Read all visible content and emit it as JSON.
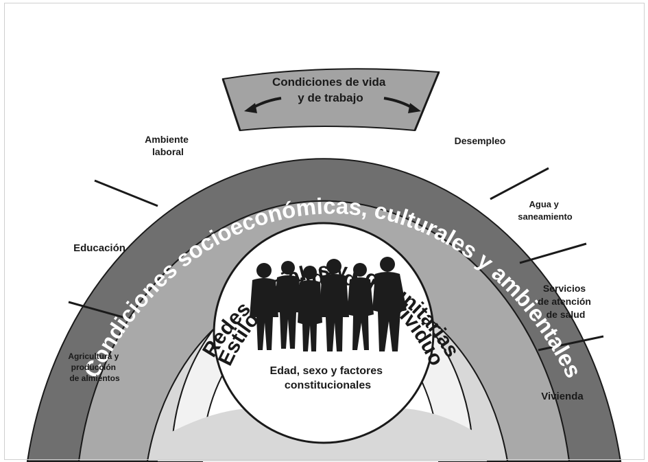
{
  "layers": {
    "outer_title": "Condiciones socioeconómicas, culturales y ambientales",
    "middle_title": "Redes sociales y comunitarias",
    "inner_title": "Estilos de vida del individuo",
    "center_caption": [
      "Edad, sexo y factores",
      "constitucionales"
    ]
  },
  "living_conditions": {
    "title": [
      "Condiciones de vida",
      "y de trabajo"
    ],
    "sectors": [
      {
        "key": "agriculture",
        "lines": [
          "Agricultura y",
          "producción",
          "de almientos"
        ]
      },
      {
        "key": "education",
        "lines": [
          "Educación"
        ]
      },
      {
        "key": "work-environment",
        "lines": [
          "Ambiente",
          "laboral"
        ]
      },
      {
        "key": "unemployment",
        "lines": [
          "Desempleo"
        ]
      },
      {
        "key": "water",
        "lines": [
          "Agua y",
          "saneamiento"
        ]
      },
      {
        "key": "health-services",
        "lines": [
          "Servicios",
          "de atención",
          "de salud"
        ]
      },
      {
        "key": "housing",
        "lines": [
          "Vivienda"
        ]
      }
    ]
  },
  "colors": {
    "outer_band": "#6f6f6f",
    "sector_fill": "#a9a9a9",
    "top_sector_fill": "#a3a3a3",
    "social_band": "#d8d8d8",
    "lifestyle_band": "#f2f2f2",
    "center": "#ffffff",
    "stroke": "#1a1a1a",
    "silhouette": "#1c1c1c"
  },
  "icons": {
    "arrows": "double-arrow-icon",
    "people": "people-silhouettes-icon"
  }
}
